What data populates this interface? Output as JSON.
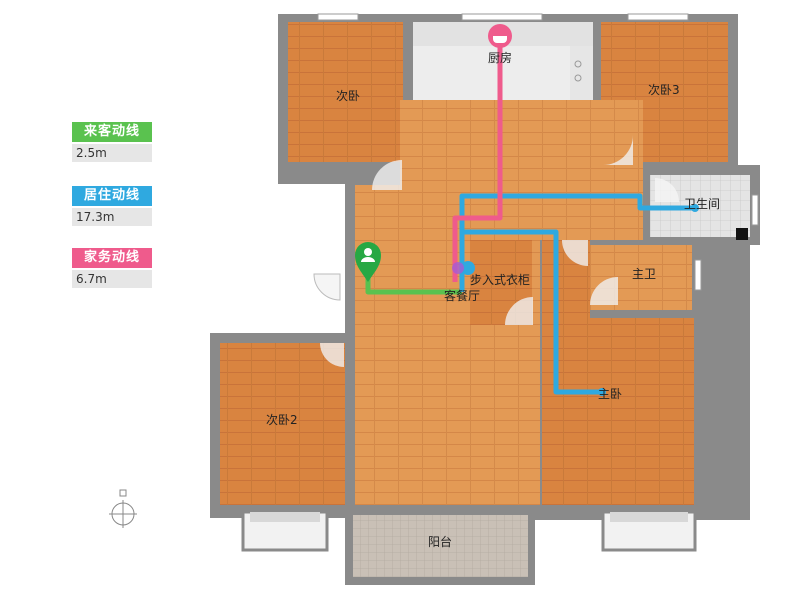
{
  "legend": {
    "guest": {
      "label": "来客动线",
      "value": "2.5m",
      "color": "#5ac24f"
    },
    "living": {
      "label": "居住动线",
      "value": "17.3m",
      "color": "#2fa9e0"
    },
    "chores": {
      "label": "家务动线",
      "value": "6.7m",
      "color": "#ef5b8c"
    }
  },
  "rooms": {
    "bedroom_nw": "次卧",
    "kitchen": "厨房",
    "bedroom_3": "次卧3",
    "bathroom": "卫生间",
    "walkin": "步入式衣柜",
    "living_dining": "客餐厅",
    "master_bath": "主卫",
    "master_bedroom": "主卧",
    "bedroom_2": "次卧2",
    "balcony": "阳台"
  },
  "colors": {
    "wall": "#8a8a8a",
    "floor_wood": "#d9823e",
    "floor_light": "#e8a865",
    "kitchen": "#ececec",
    "tile": "#dcdcdc"
  }
}
